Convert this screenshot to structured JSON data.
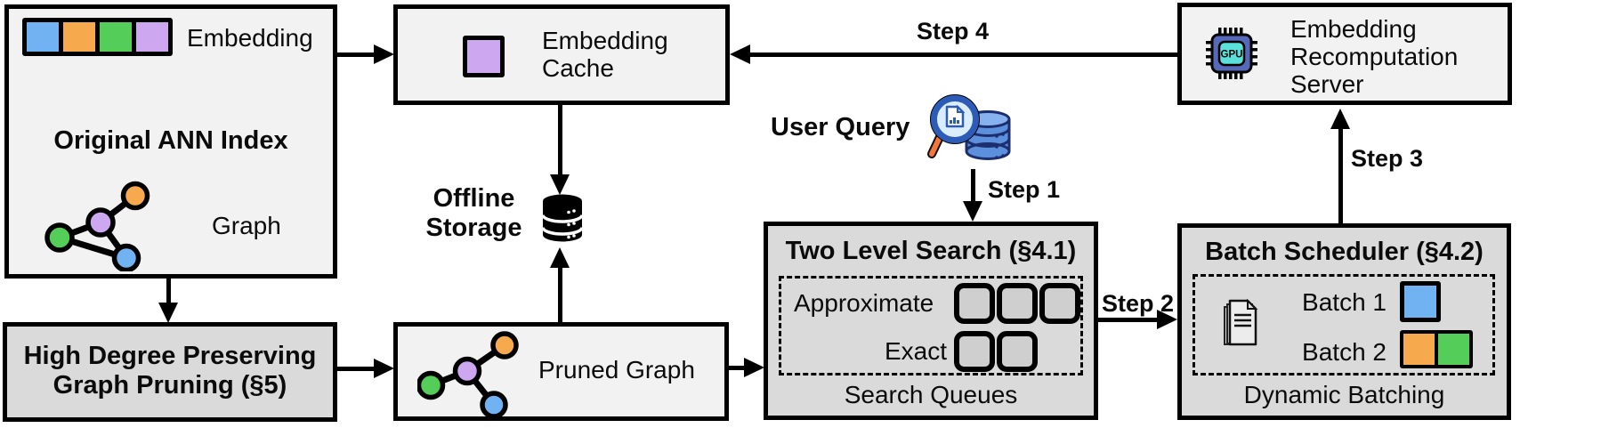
{
  "boxes": {
    "original_ann_index": {
      "title": "Original ANN Index",
      "embedding_label": "Embedding",
      "graph_label": "Graph"
    },
    "embedding_cache": {
      "label": "Embedding Cache"
    },
    "recomputation_server": {
      "label": "Embedding Recomputation Server",
      "gpu_text": "GPU"
    },
    "high_degree_pruning": {
      "label": "High Degree Preserving Graph Pruning (§5)"
    },
    "pruned_graph": {
      "label": "Pruned Graph"
    },
    "offline_storage": {
      "label": "Offline Storage"
    },
    "two_level_search": {
      "title": "Two Level Search (§4.1)",
      "approximate_label": "Approximate",
      "exact_label": "Exact",
      "footer": "Search Queues",
      "approximate_queue_count": 3,
      "exact_queue_count": 2
    },
    "batch_scheduler": {
      "title": "Batch Scheduler (§4.2)",
      "batch1_label": "Batch 1",
      "batch2_label": "Batch 2",
      "footer": "Dynamic Batching"
    }
  },
  "user_query": {
    "label": "User Query"
  },
  "steps": {
    "step1": "Step 1",
    "step2": "Step 2",
    "step3": "Step 3",
    "step4": "Step 4"
  },
  "colors": {
    "node_blue": "#70b2f2",
    "node_orange": "#f7a94e",
    "node_green": "#55ce59",
    "node_purple": "#cda7f0",
    "box_light": "#f2f2f2",
    "box_dark": "#dadada",
    "queue_fill": "#cfcfcf",
    "gpu_body": "#5668b8",
    "gpu_screen": "#5ce0da",
    "query_db_fill": "#5c8fdc",
    "query_db_top": "#87b2ef",
    "query_db_outline": "#1d2e6e",
    "lens_fill": "#d9edfc",
    "lens_rim": "#2d5cb8",
    "handle_orange": "#f4763a",
    "storage_black": "#000000"
  }
}
